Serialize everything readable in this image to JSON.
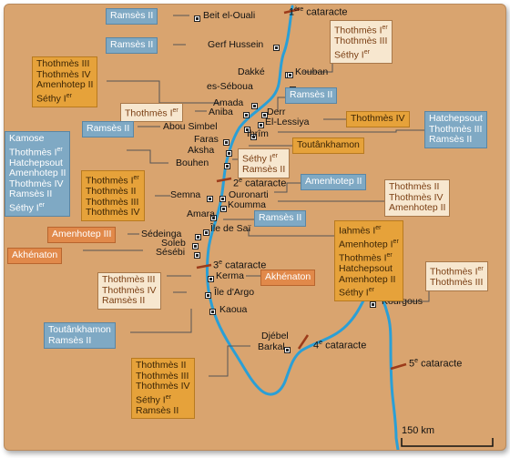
{
  "colors": {
    "background": "#d9a46f",
    "river": "#2a9fd6",
    "cataract": "#9c3b1a",
    "box_blue": "#7fa9c4",
    "box_yellow": "#e6a23a",
    "box_white": "#f7e7cf",
    "box_orange": "#e1894a"
  },
  "icons": {
    "site_marker": "square-site-marker"
  },
  "sites": [
    {
      "name": "Beit el-Ouali"
    },
    {
      "name": "Gerf Hussein"
    },
    {
      "name": "Dakké"
    },
    {
      "name": "Kouban"
    },
    {
      "name": "es-Séboua"
    },
    {
      "name": "Amada"
    },
    {
      "name": "Aniba"
    },
    {
      "name": "Derr"
    },
    {
      "name": "Abou Simbel"
    },
    {
      "name": "El-Lessiya"
    },
    {
      "name": "Ibrîm"
    },
    {
      "name": "Faras"
    },
    {
      "name": "Aksha"
    },
    {
      "name": "Bouhen"
    },
    {
      "name": "Semna"
    },
    {
      "name": "Ouronarti"
    },
    {
      "name": "Koumma"
    },
    {
      "name": "Amara"
    },
    {
      "name": "Île de Saï"
    },
    {
      "name": "Sédeinga"
    },
    {
      "name": "Soleb"
    },
    {
      "name": "Sésébi"
    },
    {
      "name": "Kerma"
    },
    {
      "name": "Île d'Argo"
    },
    {
      "name": "Kaoua"
    },
    {
      "name": "Kourgous"
    },
    {
      "name": "Djébel"
    },
    {
      "name": "Barkal"
    }
  ],
  "cataracts": [
    {
      "ordinal": "1",
      "sup": "ère",
      "label": " cataracte"
    },
    {
      "ordinal": "2",
      "sup": "e",
      "label": " cataracte"
    },
    {
      "ordinal": "3",
      "sup": "e",
      "label": " cataracte"
    },
    {
      "ordinal": "4",
      "sup": "e",
      "label": " cataracte"
    },
    {
      "ordinal": "5",
      "sup": "e",
      "label": " cataracte"
    }
  ],
  "rulers": {
    "ramses_beit": [
      "Ramsès II"
    ],
    "ramses_gerf": [
      "Ramsès II"
    ],
    "kouban": [
      "Thothmès Ier",
      "Thothmès III",
      "Séthy Ier"
    ],
    "amada": [
      "Thothmès III",
      "Thothmès IV",
      "Amenhotep II",
      "Séthy Ier"
    ],
    "derr": [
      "Ramsès II"
    ],
    "aniba": [
      "Thothmès Ier"
    ],
    "abou_simbel": [
      "Ramsès II"
    ],
    "lessiya": [
      "Thothmès IV"
    ],
    "ibrim": [
      "Hatchepsout",
      "Thothmès III",
      "Ramsès II"
    ],
    "bouhen": [
      "Kamose",
      "Thothmès Ier",
      "Hatchepsout",
      "Amenhotep II",
      "Thothmès IV",
      "Ramsès II",
      "Séthy Ier"
    ],
    "faras_a": [
      "Séthy Ier",
      "Ramsès II"
    ],
    "faras_b": [
      "Toutânkhamon"
    ],
    "semna": [
      "Thothmès Ier",
      "Thothmès II",
      "Thothmès III",
      "Thothmès IV"
    ],
    "ouronarti": [
      "Amenhotep II"
    ],
    "koumma": [
      "Thothmès II",
      "Thothmès IV",
      "Amenhotep II"
    ],
    "amara": [
      "Ramsès II"
    ],
    "sedeinga": [
      "Amenhotep III"
    ],
    "sesebi": [
      "Akhénaton"
    ],
    "sai": [
      "Iahmès Ier",
      "Amenhotep Ier",
      "Thothmès Ier",
      "Hatchepsout",
      "Amenhotep II",
      "Séthy Ier"
    ],
    "kerma_akh": [
      "Akhénaton"
    ],
    "kerma": [
      "Thothmès III",
      "Thothmès IV",
      "Ramsès II"
    ],
    "kourgous": [
      "Thothmès Ier",
      "Thothmès III"
    ],
    "kaoua": [
      "Toutânkhamon",
      "Ramsès II"
    ],
    "barkal": [
      "Thothmès II",
      "Thothmès III",
      "Thothmès IV",
      "Séthy Ier",
      "Ramsès II"
    ]
  },
  "scale": {
    "label": "150 km"
  }
}
